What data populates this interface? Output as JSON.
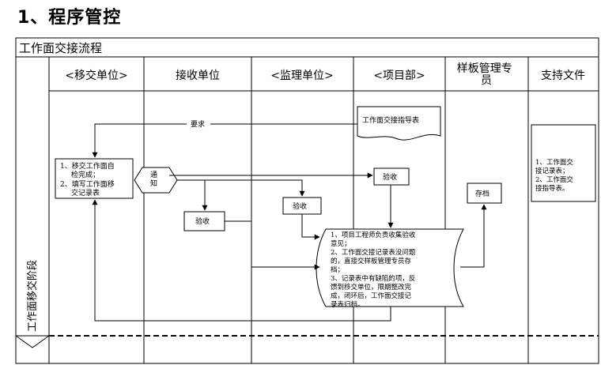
{
  "heading": "1、程序管控",
  "diagram": {
    "title": "工作面交接流程",
    "columns": [
      "<移交单位>",
      "接收单位",
      "<监理单位>",
      "<项目部>",
      "样板管理专员",
      "支持文件"
    ],
    "stage": "工作面移交阶段",
    "labels": {
      "request": "要求",
      "notify": "通知"
    },
    "boxes": {
      "self_check": [
        "1、移交工作面自",
        "检完成；",
        "2、填写工作面移",
        "交记录表"
      ],
      "guide_doc": "工作面交接指导表",
      "acceptance_project": "验收",
      "acceptance_receiver": "验收",
      "acceptance_supervisor": "验收",
      "archive": "存档",
      "support_doc": [
        "1、工作面交",
        "接记录表；",
        "2、工作面交",
        "接指导表。"
      ],
      "collect_doc": [
        "1、项目工程师负责收集验收",
        "意见；",
        "2、工作面交接记录表没问题",
        "的，直接交样板管理专员存",
        "档；",
        "3、记录表中有缺陷的项，反",
        "馈到移交单位，限期整改完",
        "成，闭环后，工作面交接记",
        "录表归档。"
      ]
    }
  }
}
